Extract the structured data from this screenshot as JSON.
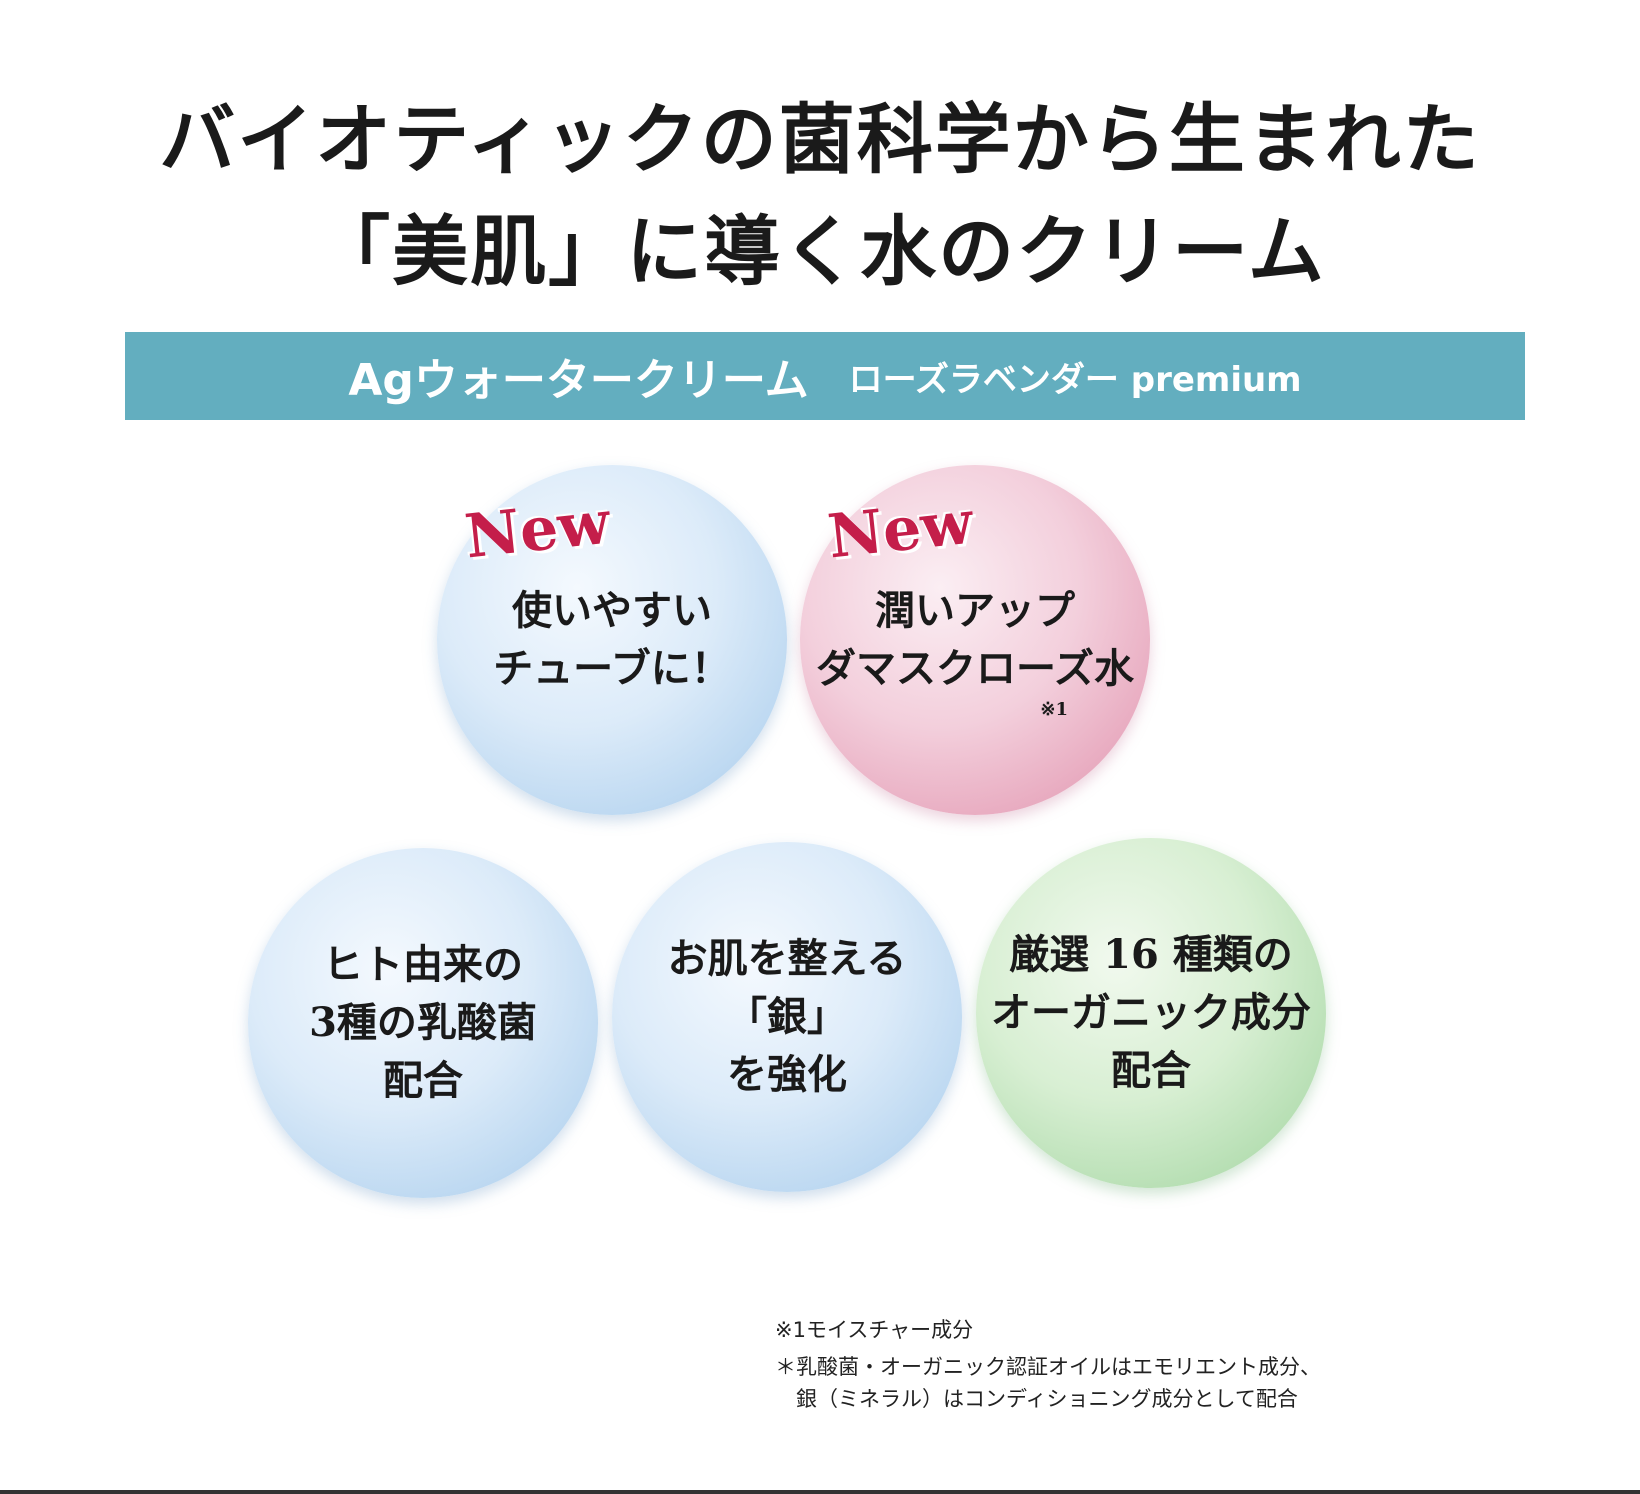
{
  "headline": {
    "line1": "バイオティックの菌科学から生まれた",
    "line2": "「美肌」に導く水のクリーム"
  },
  "banner": {
    "product": "Agウォータークリーム",
    "variant": "ローズラベンダー premium",
    "color": "#63aebf"
  },
  "new_label": "New",
  "bubbles": [
    {
      "lines": [
        "使いやすい",
        "チューブに！"
      ],
      "new": true,
      "color": "blue"
    },
    {
      "lines": [
        "潤いアップ",
        "ダマスクローズ水"
      ],
      "note": "※1",
      "new": true,
      "color": "pink"
    },
    {
      "lines": [
        "ヒト由来の",
        "3種の乳酸菌",
        "配合"
      ],
      "color": "blue"
    },
    {
      "lines": [
        "お肌を整える",
        "「銀」",
        "を強化"
      ],
      "color": "blue"
    },
    {
      "lines": [
        "厳選 16 種類の",
        "オーガニック成分",
        "配合"
      ],
      "color": "green"
    }
  ],
  "footnotes": [
    "※1モイスチャー成分",
    "＊乳酸菌・オーガニック認証オイルはエモリエント成分、",
    "　銀（ミネラル）はコンディショニング成分として配合"
  ]
}
